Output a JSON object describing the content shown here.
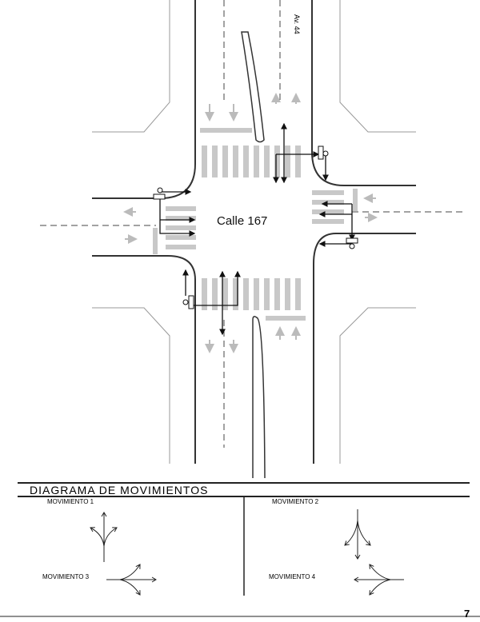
{
  "map": {
    "street_horizontal": "Calle 167",
    "street_vertical": "Av. 44"
  },
  "legend": {
    "title": "DIAGRAMA  DE  MOVIMIENTOS",
    "movements": [
      {
        "label": "MOVIMIENTO  1",
        "icon": "arrows-north-icon"
      },
      {
        "label": "MOVIMIENTO  2",
        "icon": "arrows-south-icon"
      },
      {
        "label": "MOVIMIENTO  3",
        "icon": "arrows-east-icon"
      },
      {
        "label": "MOVIMIENTO  4",
        "icon": "arrows-west-icon"
      }
    ]
  },
  "page_number": "7",
  "colors": {
    "line": "#222222",
    "marking": "#c4c4c4",
    "bevel": "#999999"
  }
}
